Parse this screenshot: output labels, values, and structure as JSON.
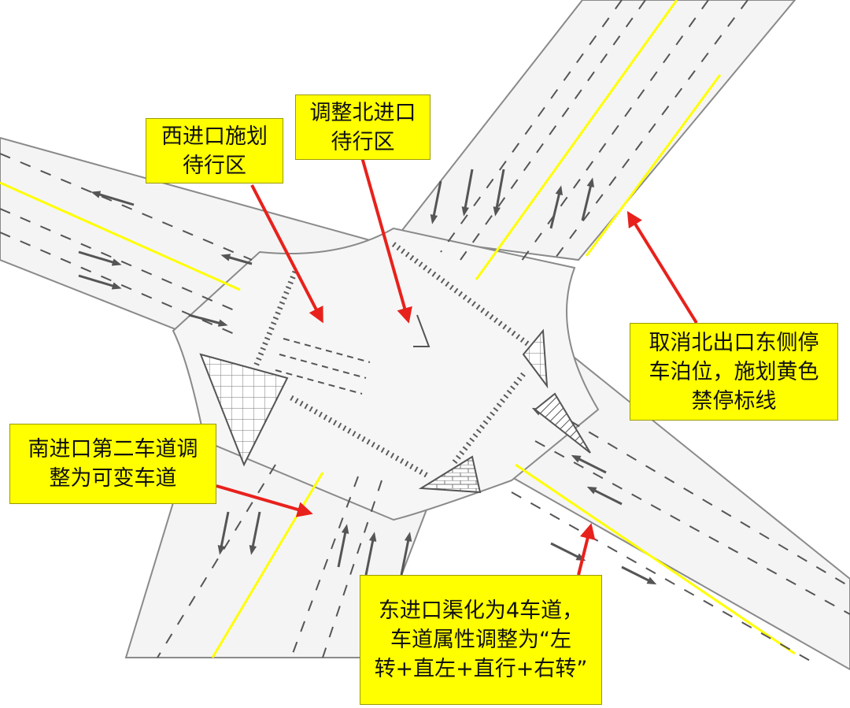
{
  "colors": {
    "road_fill": "#f4f4f4",
    "road_edge": "#8a8a8a",
    "lane_line": "#555555",
    "center_line": "#ffff00",
    "callout_bg": "#ffff00",
    "pointer_arrow": "#e8211c",
    "crosswalk": "#5a5a5a"
  },
  "callouts": [
    {
      "id": "west-waiting-area",
      "lines": [
        "西进口施划",
        "待行区"
      ]
    },
    {
      "id": "north-waiting-area",
      "lines": [
        "调整北进口",
        "待行区"
      ]
    },
    {
      "id": "north-exit-no-parking",
      "lines": [
        "取消北出口东侧停",
        "车泊位，施划黄色",
        "禁停标线"
      ]
    },
    {
      "id": "south-variable-lane",
      "lines": [
        "南进口第二车道调",
        "整为可变车道"
      ]
    },
    {
      "id": "east-four-lanes",
      "lines": [
        "东进口渠化为4车道，",
        "车道属性调整为“左",
        "转+直左+直行+右转”"
      ]
    }
  ]
}
